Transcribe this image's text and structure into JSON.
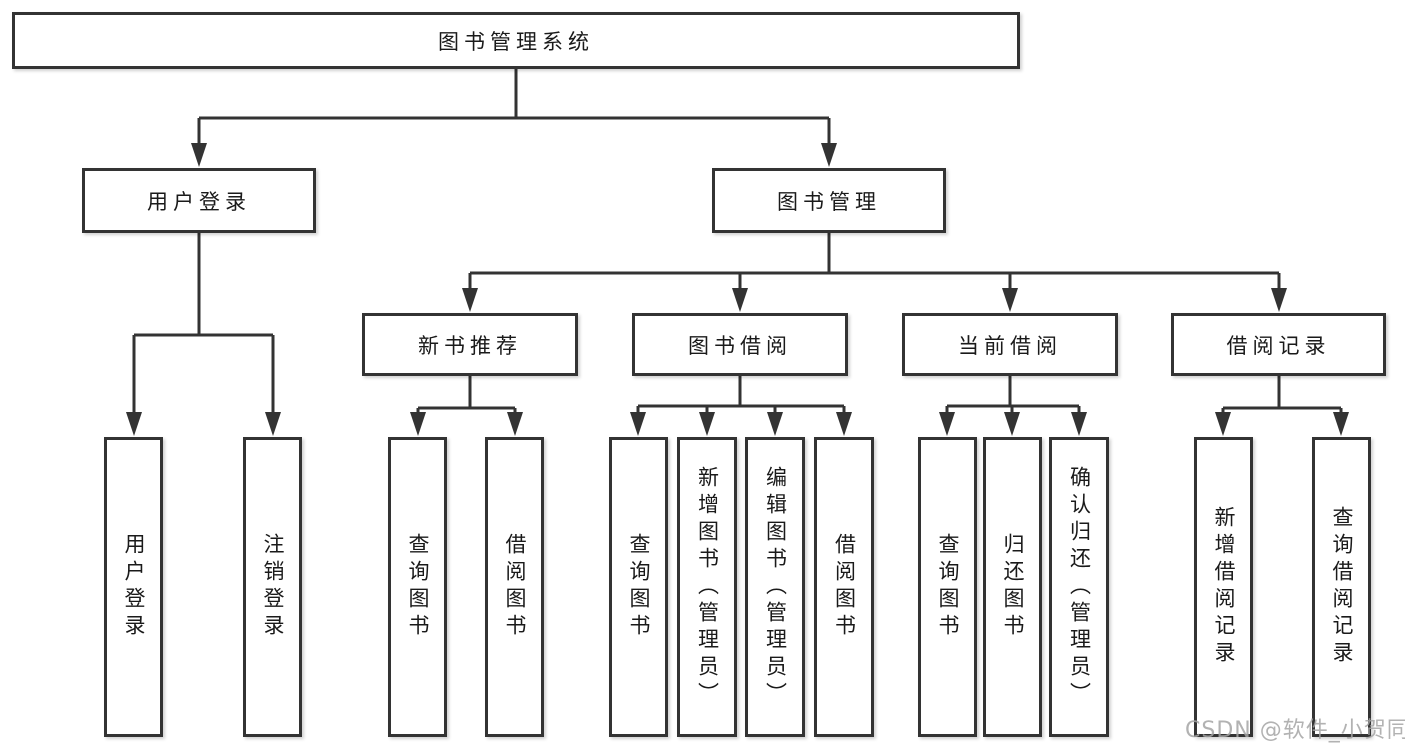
{
  "diagram": {
    "type": "hierarchy-tree",
    "orientation": "top-down",
    "tree": {
      "label": "图书管理系统",
      "children": [
        {
          "label": "用户登录",
          "children": [
            {
              "label": "用户登录"
            },
            {
              "label": "注销登录"
            }
          ]
        },
        {
          "label": "图书管理",
          "children": [
            {
              "label": "新书推荐",
              "children": [
                {
                  "label": "查询图书"
                },
                {
                  "label": "借阅图书"
                }
              ]
            },
            {
              "label": "图书借阅",
              "children": [
                {
                  "label": "查询图书"
                },
                {
                  "label": "新增图书（管理员）"
                },
                {
                  "label": "编辑图书（管理员）"
                },
                {
                  "label": "借阅图书"
                }
              ]
            },
            {
              "label": "当前借阅",
              "children": [
                {
                  "label": "查询图书"
                },
                {
                  "label": "归还图书"
                },
                {
                  "label": "确认归还（管理员）"
                }
              ]
            },
            {
              "label": "借阅记录",
              "children": [
                {
                  "label": "新增借阅记录"
                },
                {
                  "label": "查询借阅记录"
                }
              ]
            }
          ]
        }
      ]
    }
  },
  "watermark": {
    "text": "CSDN @软件_小贺同学"
  },
  "colors": {
    "line": "#333333",
    "box_border": "#333333",
    "text": "#1a1a1a",
    "background": "#ffffff",
    "watermark": "#a5a5a5"
  }
}
